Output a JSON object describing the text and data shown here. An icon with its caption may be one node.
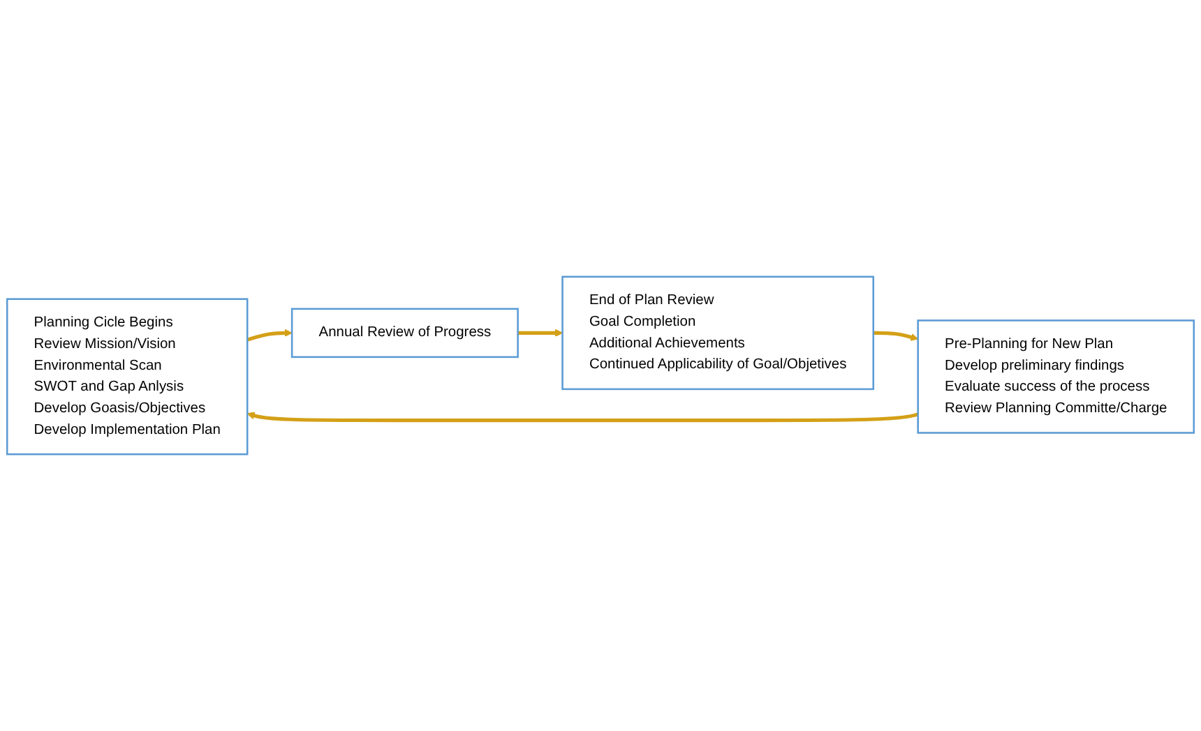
{
  "diagram": {
    "nodes": [
      {
        "text": [
          "Planning Cicle Begins",
          "Review Mission/Vision",
          "Environmental Scan",
          "SWOT and Gap Anlysis",
          "Develop Goasis/Objectives",
          "Develop Implementation Plan"
        ]
      },
      {
        "text": [
          "Pre-Planning for New Plan",
          "Develop preliminary findings",
          "Evaluate success of the process",
          "Review Planning Committe/Charge"
        ]
      },
      {
        "text": [
          "Annual Review of Progress"
        ]
      },
      {
        "text": [
          "End of Plan Review",
          "Goal Completion",
          "Additional Achievements",
          "Continued Applicability of Goal/Objetives"
        ]
      }
    ],
    "edges": [
      {
        "from": 1,
        "to": 0,
        "arrow": "to"
      },
      {
        "from": 0,
        "to": 2,
        "arrow": "to"
      },
      {
        "from": 2,
        "to": 3,
        "arrow": "to"
      },
      {
        "from": 3,
        "to": 1,
        "arrow": "to"
      }
    ]
  }
}
